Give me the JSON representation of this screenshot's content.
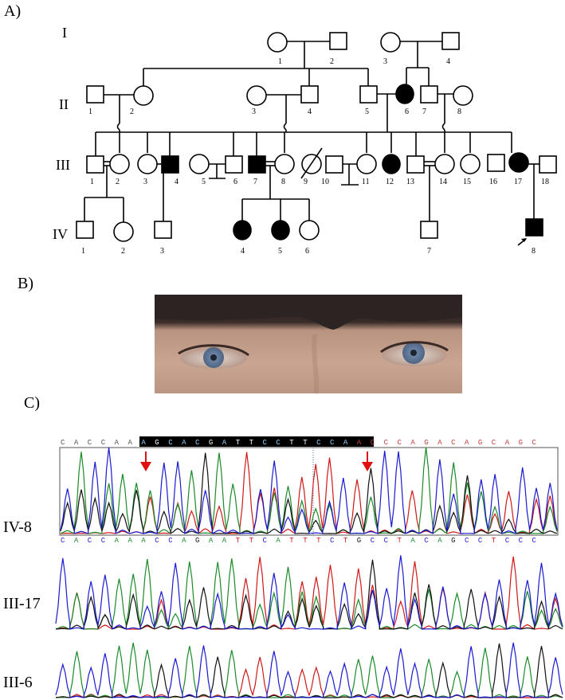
{
  "panel_labels": {
    "a": "A)",
    "b": "B)",
    "c": "C)"
  },
  "generations": [
    "I",
    "II",
    "III",
    "IV"
  ],
  "individual_numbers": {
    "I": [
      "1",
      "2",
      "3",
      "4"
    ],
    "II": [
      "1",
      "2",
      "3",
      "4",
      "5",
      "6",
      "7",
      "8"
    ],
    "III": [
      "1",
      "2",
      "3",
      "4",
      "5",
      "6",
      "7",
      "8",
      "9",
      "10",
      "11",
      "12",
      "13",
      "14",
      "15",
      "16",
      "17",
      "18"
    ],
    "IV": [
      "1",
      "2",
      "3",
      "4",
      "5",
      "6",
      "7",
      "8"
    ]
  },
  "chromatogram": {
    "ref_sequence": "CACCAAAGCACGATTCCTTCCAACCCAGACAGCAGC",
    "ref_highlight_start": 6,
    "ref_highlight_end": 22,
    "sample_sequence": "CACCAAACCAGAATTCATTTCTGCCTACAGCCTCCC",
    "traces": [
      "IV-8",
      "III-17",
      "III-6"
    ]
  },
  "colors": {
    "A": "#1a8a2a",
    "C": "#1a1ad0",
    "G": "#111111",
    "T": "#d01818",
    "mutation_arrow": "#e01010",
    "affected": "#000000"
  }
}
